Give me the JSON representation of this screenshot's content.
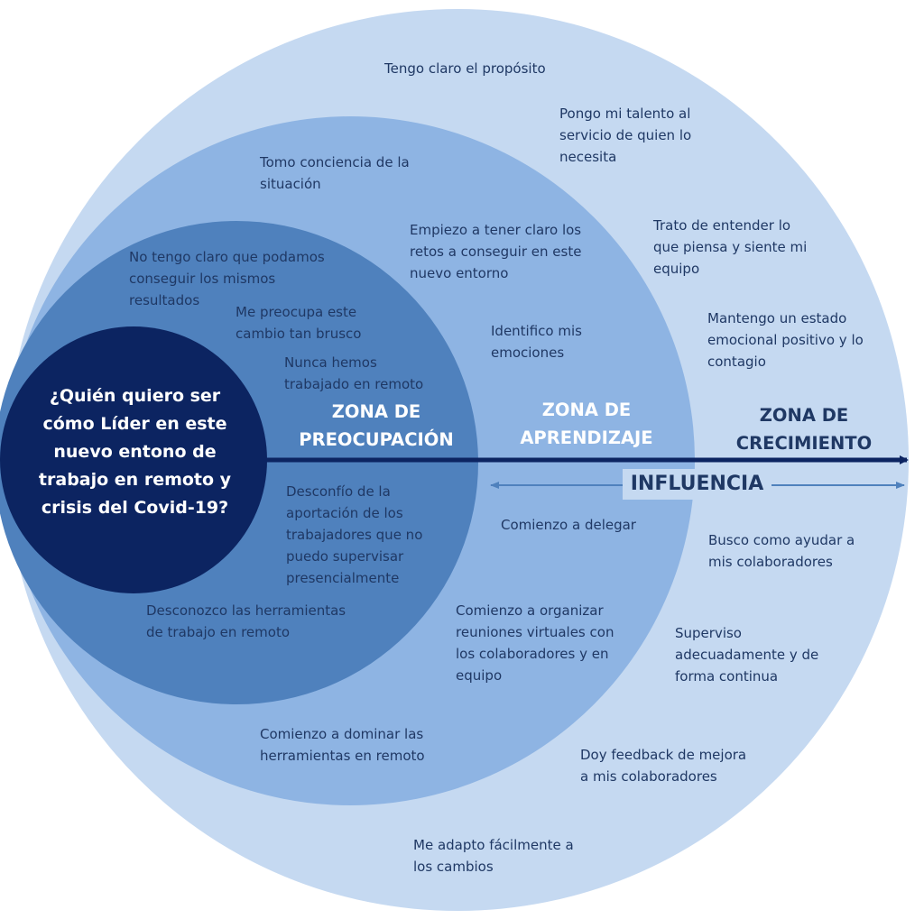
{
  "colors": {
    "outer_circle": "#c5d9f1",
    "learning_circle": "#8eb4e3",
    "concern_circle": "#4f81bd",
    "center_circle": "#0c2461",
    "arrow": "#0c2461",
    "influence_arrow": "#4f81bd"
  },
  "center": {
    "question": "¿Quién quiero ser\ncómo Líder en este\nnuevo entono de\ntrabajo en remoto y\ncrisis del Covid-19?"
  },
  "zones": {
    "concern": "ZONA DE\nPREOCUPACIÓN",
    "learning": "ZONA DE\nAPRENDIZAJE",
    "growth": "ZONA DE\nCRECIMIENTO"
  },
  "influence": "INFLUENCIA",
  "concern_items": [
    "No tengo claro que podamos\nconseguir los mismos\nresultados",
    "Me preocupa este\ncambio tan brusco",
    "Nunca hemos\ntrabajado en remoto",
    "Desconfío de la\naportación de los\ntrabajadores que no\npuedo supervisar\npresencialmente",
    "Desconozco las herramientas\nde trabajo en remoto"
  ],
  "learning_items": [
    "Tomo conciencia de la\nsituación",
    "Empiezo a tener claro los\nretos a conseguir en este\nnuevo entorno",
    "Identifico mis\nemociones",
    "Comienzo a  delegar",
    "Comienzo a  organizar\nreuniones virtuales con\nlos colaboradores y en\nequipo",
    "Comienzo a dominar las\nherramientas en remoto"
  ],
  "growth_items": [
    "Tengo claro el propósito",
    "Pongo mi talento al\nservicio de quien lo\nnecesita",
    "Trato de entender lo\nque piensa y siente mi\nequipo",
    "Mantengo un estado\nemocional positivo y lo\ncontagio",
    "Busco como ayudar a\nmis colaboradores",
    "Superviso\nadecuadamente y de\nforma continua",
    "Doy feedback de mejora\na mis colaboradores",
    "Me adapto fácilmente a\nlos cambios"
  ]
}
